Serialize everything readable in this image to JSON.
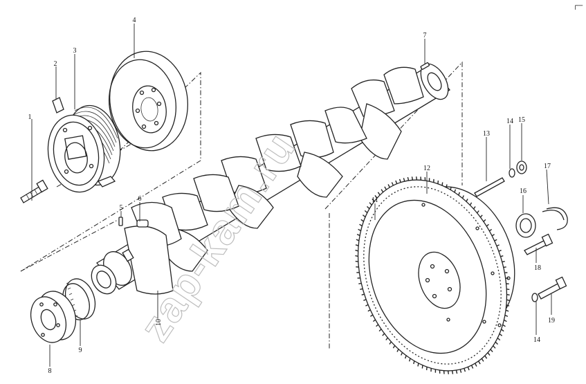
{
  "diagram": {
    "watermark": "zap-kam.ru",
    "corner_mark": "┌─",
    "callouts": [
      {
        "id": "1",
        "label": "1"
      },
      {
        "id": "2",
        "label": "2"
      },
      {
        "id": "3",
        "label": "3"
      },
      {
        "id": "4",
        "label": "4"
      },
      {
        "id": "5",
        "label": "5"
      },
      {
        "id": "6",
        "label": "6"
      },
      {
        "id": "7",
        "label": "7"
      },
      {
        "id": "8",
        "label": "8"
      },
      {
        "id": "9",
        "label": "9"
      },
      {
        "id": "10",
        "label": "10"
      },
      {
        "id": "11",
        "label": "11"
      },
      {
        "id": "12",
        "label": "12"
      },
      {
        "id": "13",
        "label": "13"
      },
      {
        "id": "14a",
        "label": "14"
      },
      {
        "id": "14b",
        "label": "14"
      },
      {
        "id": "15",
        "label": "15"
      },
      {
        "id": "16",
        "label": "16"
      },
      {
        "id": "17",
        "label": "17"
      },
      {
        "id": "18",
        "label": "18"
      },
      {
        "id": "19",
        "label": "19"
      }
    ]
  }
}
